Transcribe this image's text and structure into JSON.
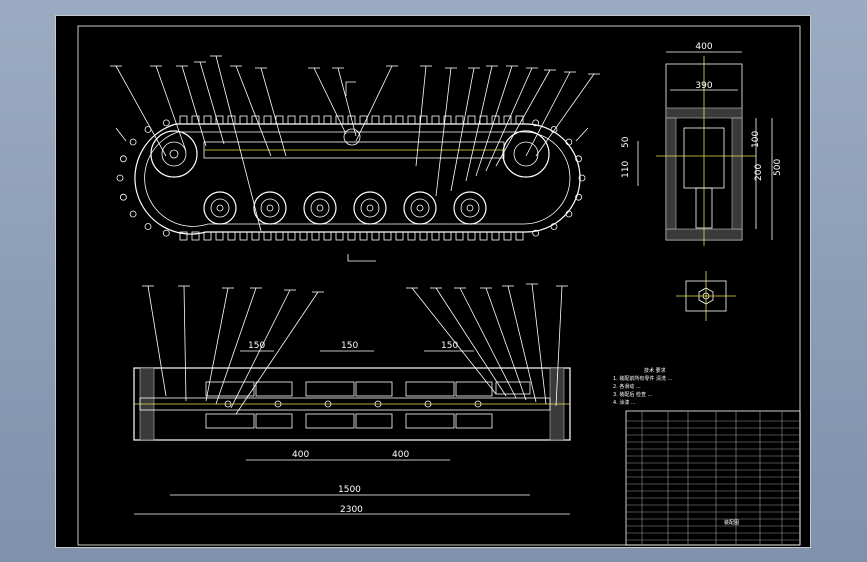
{
  "drawing": {
    "dimensions": {
      "top_width": "400",
      "inner_width": "390",
      "side_50": "50",
      "side_100": "100",
      "side_110": "110",
      "side_200": "200",
      "side_500": "500",
      "bay_1": "150",
      "bay_2": "150",
      "bay_3": "150",
      "span_a": "400",
      "span_b": "400",
      "span_1500": "1500",
      "span_2300": "2300"
    },
    "notes": {
      "heading": "技术 要求",
      "line1": "1. 装配前所有零件 清洗 ...",
      "line2": "2. 各滑动 ...",
      "line3": "3. 装配后 检查 ...",
      "line4": "4. 涂漆 ..."
    },
    "title_block": {
      "mark": "装配图"
    }
  },
  "colors": {
    "background": "#000000",
    "lines": "#ffffff",
    "centerline": "#e8e04a",
    "outer": "#8a9bb3"
  }
}
